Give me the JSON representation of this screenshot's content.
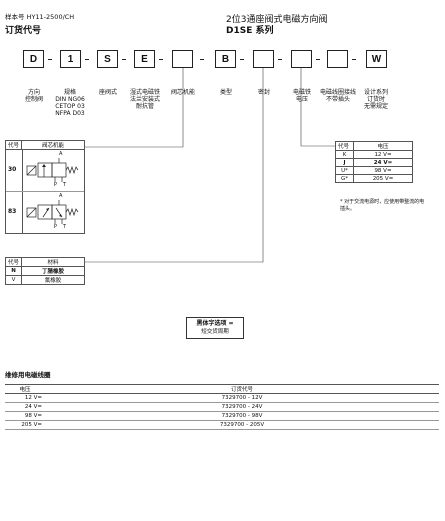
{
  "header": {
    "sample_no": "样本号 HY11-2500/CH",
    "order_code_title": "订货代号",
    "product_title": "2位3通座阀式电磁方向阀",
    "series": "D1SE 系列"
  },
  "code_boxes": [
    {
      "code": "D",
      "label": "方向\n控制阀"
    },
    {
      "code": "1",
      "label": "规格\nDIN NG06\nCETOP 03\nNFPA D03"
    },
    {
      "code": "S",
      "label": "座阀式"
    },
    {
      "code": "E",
      "label": "湿式电磁铁\n法兰安装式\n耐抗管"
    },
    {
      "code": "",
      "label": "阀芯机能"
    },
    {
      "code": "B",
      "label": "类型"
    },
    {
      "code": "",
      "label": "密封"
    },
    {
      "code": "",
      "label": "电磁铁\n电压"
    },
    {
      "code": "",
      "label": "电磁线圈接线\n不带插头"
    },
    {
      "code": "W",
      "label": "设计系列\n订货时\n无需规定"
    }
  ],
  "spool_table": {
    "headers": [
      "代号",
      "阀芯机能"
    ],
    "rows": [
      {
        "code": "30",
        "port_a": "A",
        "port_p": "P",
        "port_t": "T"
      },
      {
        "code": "83",
        "port_a": "A",
        "port_p": "P",
        "port_t": "T"
      }
    ]
  },
  "voltage_table": {
    "headers": [
      "代号",
      "电压"
    ],
    "rows": [
      {
        "code": "K",
        "value": "12 V=",
        "bold": false
      },
      {
        "code": "J",
        "value": "24 V=",
        "bold": true
      },
      {
        "code": "U*",
        "value": "98 V=",
        "bold": false
      },
      {
        "code": "G*",
        "value": "205 V=",
        "bold": false
      }
    ],
    "footnote": "* 对于交流电源时，应使用带整流的电插头。"
  },
  "material_table": {
    "headers": [
      "代号",
      "材料"
    ],
    "rows": [
      {
        "code": "N",
        "value": "丁腈橡胶",
        "bold": true
      },
      {
        "code": "V",
        "value": "氟橡胶",
        "bold": false
      }
    ]
  },
  "legend": {
    "line1": "黑体字选项 =",
    "line2": "短交货周期"
  },
  "coil_section": {
    "title": "维修用电磁线圈",
    "headers": [
      "电压",
      "订货代号"
    ],
    "rows": [
      {
        "voltage": "12 V=",
        "order": "7329700 - 12V"
      },
      {
        "voltage": "24 V=",
        "order": "7329700 - 24V"
      },
      {
        "voltage": "98 V=",
        "order": "7329700 - 98V"
      },
      {
        "voltage": "205 V=",
        "order": "7329700 - 205V"
      }
    ]
  }
}
